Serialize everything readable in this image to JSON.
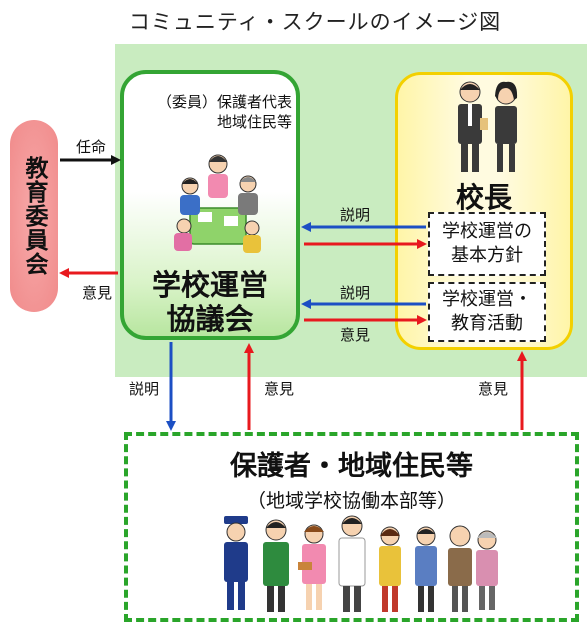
{
  "title": "コミュニティ・スクールのイメージ図",
  "board": {
    "label": "教育委員会"
  },
  "council": {
    "members_line1": "（委員）保護者代表",
    "members_line2": "地域住民等",
    "title_line1": "学校運営",
    "title_line2": "協議会"
  },
  "principal": {
    "title": "校長",
    "policy_line1": "学校運営の",
    "policy_line2": "基本方針",
    "activity_line1": "学校運営・",
    "activity_line2": "教育活動"
  },
  "stakeholders": {
    "title": "保護者・地域住民等",
    "subtitle": "（地域学校協働本部等）"
  },
  "arrows": {
    "appoint": "任命",
    "board_opinion": "意見",
    "principal_explain1": "説明",
    "principal_explain2": "説明",
    "council_opinion": "意見",
    "council_explain_down": "説明",
    "stake_opinion_council": "意見",
    "stake_opinion_principal": "意見"
  },
  "colors": {
    "green_area": "#c9ecc0",
    "council_border": "#34a534",
    "board_fill": "#f08a8a",
    "principal_border": "#f3d000",
    "arrow_red": "#e8191e",
    "arrow_blue": "#1c4fc4",
    "arrow_black": "#111111",
    "stake_border": "#2aa52a"
  }
}
